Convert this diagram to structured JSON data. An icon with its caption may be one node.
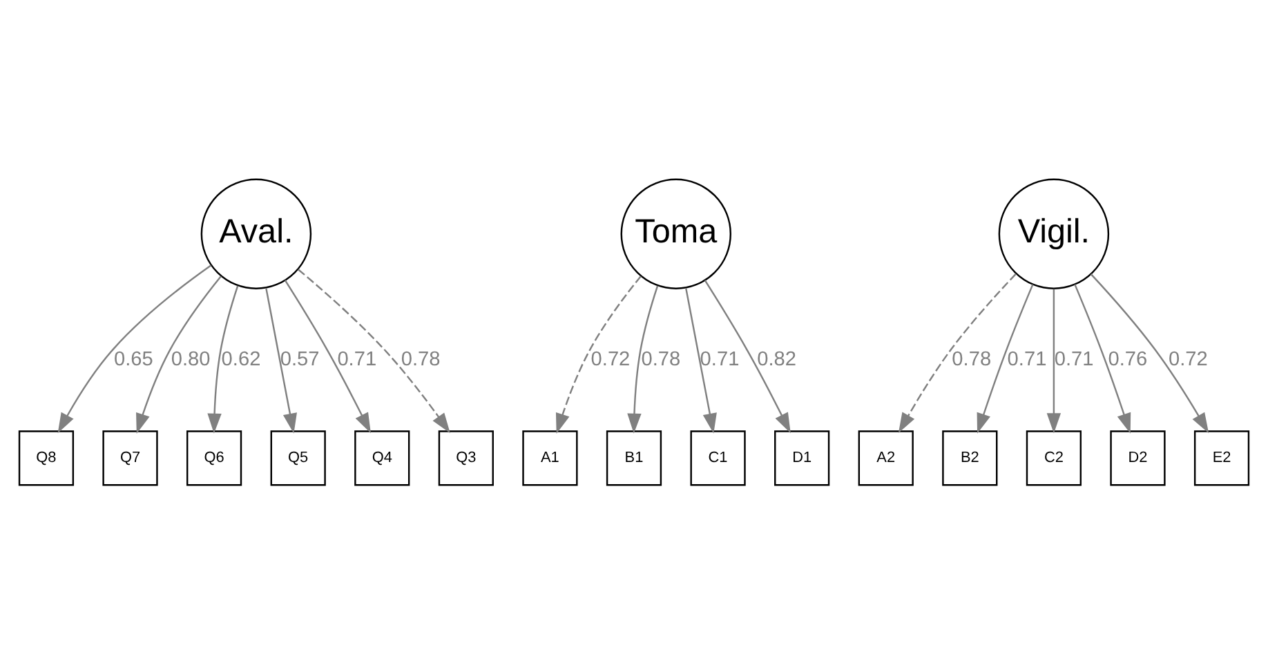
{
  "diagram": {
    "nodes": [
      {
        "text": [
          "Aval."
        ]
      },
      {
        "text": [
          "Toma"
        ]
      },
      {
        "text": [
          "Vigil."
        ]
      },
      {
        "text": [
          "Q8"
        ]
      },
      {
        "text": [
          "Q7"
        ]
      },
      {
        "text": [
          "Q6"
        ]
      },
      {
        "text": [
          "Q5"
        ]
      },
      {
        "text": [
          "Q4"
        ]
      },
      {
        "text": [
          "Q3"
        ]
      },
      {
        "text": [
          "A1"
        ]
      },
      {
        "text": [
          "B1"
        ]
      },
      {
        "text": [
          "C1"
        ]
      },
      {
        "text": [
          "D1"
        ]
      },
      {
        "text": [
          "A2"
        ]
      },
      {
        "text": [
          "B2"
        ]
      },
      {
        "text": [
          "C2"
        ]
      },
      {
        "text": [
          "D2"
        ]
      },
      {
        "text": [
          "E2"
        ]
      }
    ],
    "edges": [
      {
        "from": 0,
        "to": 3,
        "arrow": "to",
        "label": "0.65"
      },
      {
        "from": 0,
        "to": 4,
        "arrow": "to",
        "label": "0.80"
      },
      {
        "from": 0,
        "to": 5,
        "arrow": "to",
        "label": "0.62"
      },
      {
        "from": 0,
        "to": 6,
        "arrow": "to",
        "label": "0.57"
      },
      {
        "from": 0,
        "to": 7,
        "arrow": "to",
        "label": "0.71"
      },
      {
        "from": 0,
        "to": 8,
        "arrow": "to",
        "label": "0.78",
        "style": "dashed"
      },
      {
        "from": 1,
        "to": 9,
        "arrow": "to",
        "label": "0.72",
        "style": "dashed"
      },
      {
        "from": 1,
        "to": 10,
        "arrow": "to",
        "label": "0.78"
      },
      {
        "from": 1,
        "to": 11,
        "arrow": "to",
        "label": "0.71"
      },
      {
        "from": 1,
        "to": 12,
        "arrow": "to",
        "label": "0.82"
      },
      {
        "from": 2,
        "to": 13,
        "arrow": "to",
        "label": "0.78",
        "style": "dashed"
      },
      {
        "from": 2,
        "to": 14,
        "arrow": "to",
        "label": "0.71"
      },
      {
        "from": 2,
        "to": 15,
        "arrow": "to",
        "label": "0.71"
      },
      {
        "from": 2,
        "to": 16,
        "arrow": "to",
        "label": "0.76"
      },
      {
        "from": 2,
        "to": 17,
        "arrow": "to",
        "label": "0.72"
      }
    ]
  }
}
